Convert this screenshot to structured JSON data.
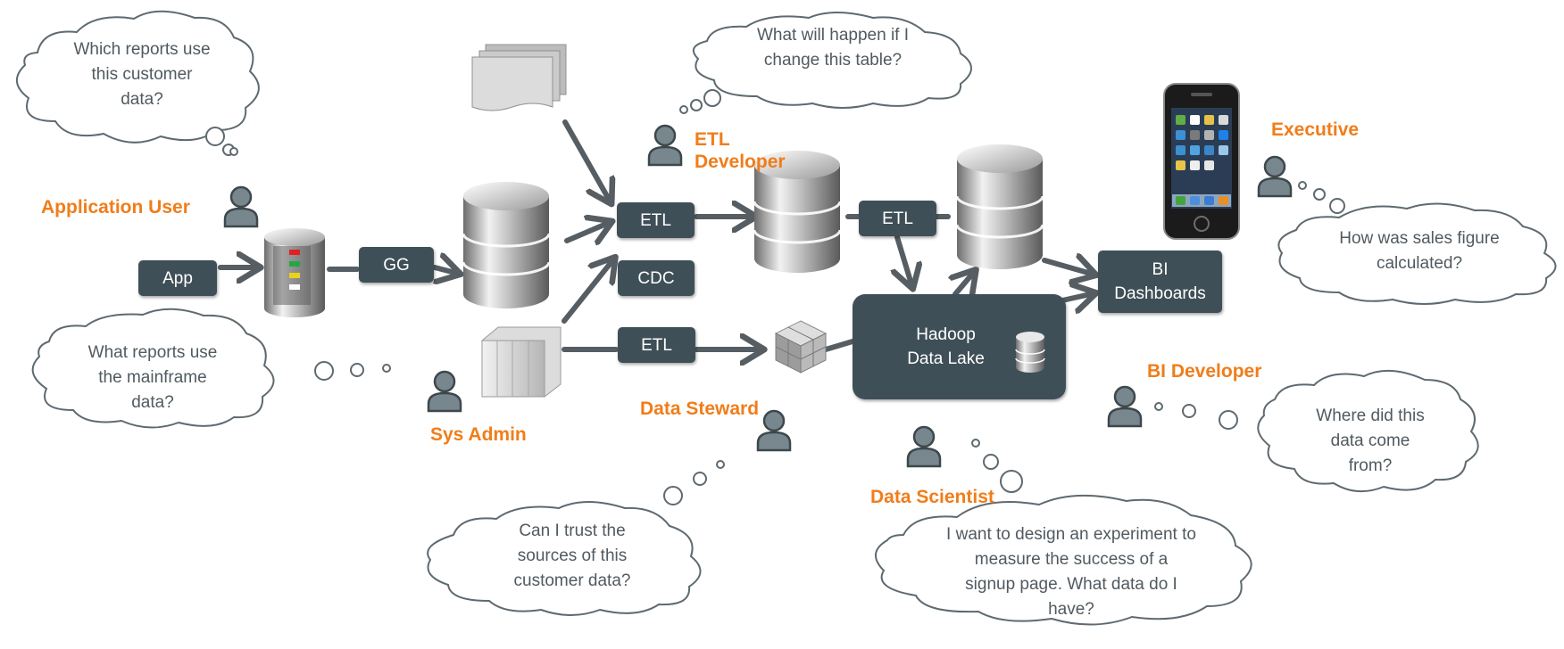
{
  "colors": {
    "box": "#3f4f57",
    "role": "#f07d1a",
    "arrow": "#565e63",
    "cloud_stroke": "#5e6a70",
    "person_fill": "#77878d"
  },
  "boxes": {
    "app": "App",
    "gg": "GG",
    "etl_1": "ETL",
    "cdc": "CDC",
    "etl_2": "ETL",
    "etl_3": "ETL",
    "bi_dashboards": [
      "BI",
      "Dashboards"
    ],
    "hadoop": [
      "Hadoop",
      "Data Lake"
    ]
  },
  "roles": {
    "application_user": "Application User",
    "etl_developer": [
      "ETL",
      "Developer"
    ],
    "executive": "Executive",
    "sys_admin": "Sys Admin",
    "data_steward": "Data Steward",
    "bi_developer": "BI Developer",
    "data_scientist": "Data Scientist"
  },
  "thoughts": {
    "app_user": [
      "Which reports use",
      "this customer",
      "data?"
    ],
    "mainframe": [
      "What reports use",
      "the mainframe",
      "data?"
    ],
    "etl_dev": [
      "What will happen if I",
      "change this table?"
    ],
    "executive": [
      "How was sales figure",
      "calculated?"
    ],
    "bi_dev": [
      "Where did this",
      "data come",
      "from?"
    ],
    "steward": [
      "Can I trust the",
      "sources of this",
      "customer data?"
    ],
    "scientist": [
      "I want to design an experiment to",
      "measure the success of a",
      "signup page. What data do I",
      "have?"
    ]
  },
  "icons": [
    "person-icon",
    "database-icon",
    "server-rack-icon",
    "mainframe-icon",
    "documents-icon",
    "data-cube-icon",
    "smartphone-icon",
    "thought-cloud-icon"
  ]
}
